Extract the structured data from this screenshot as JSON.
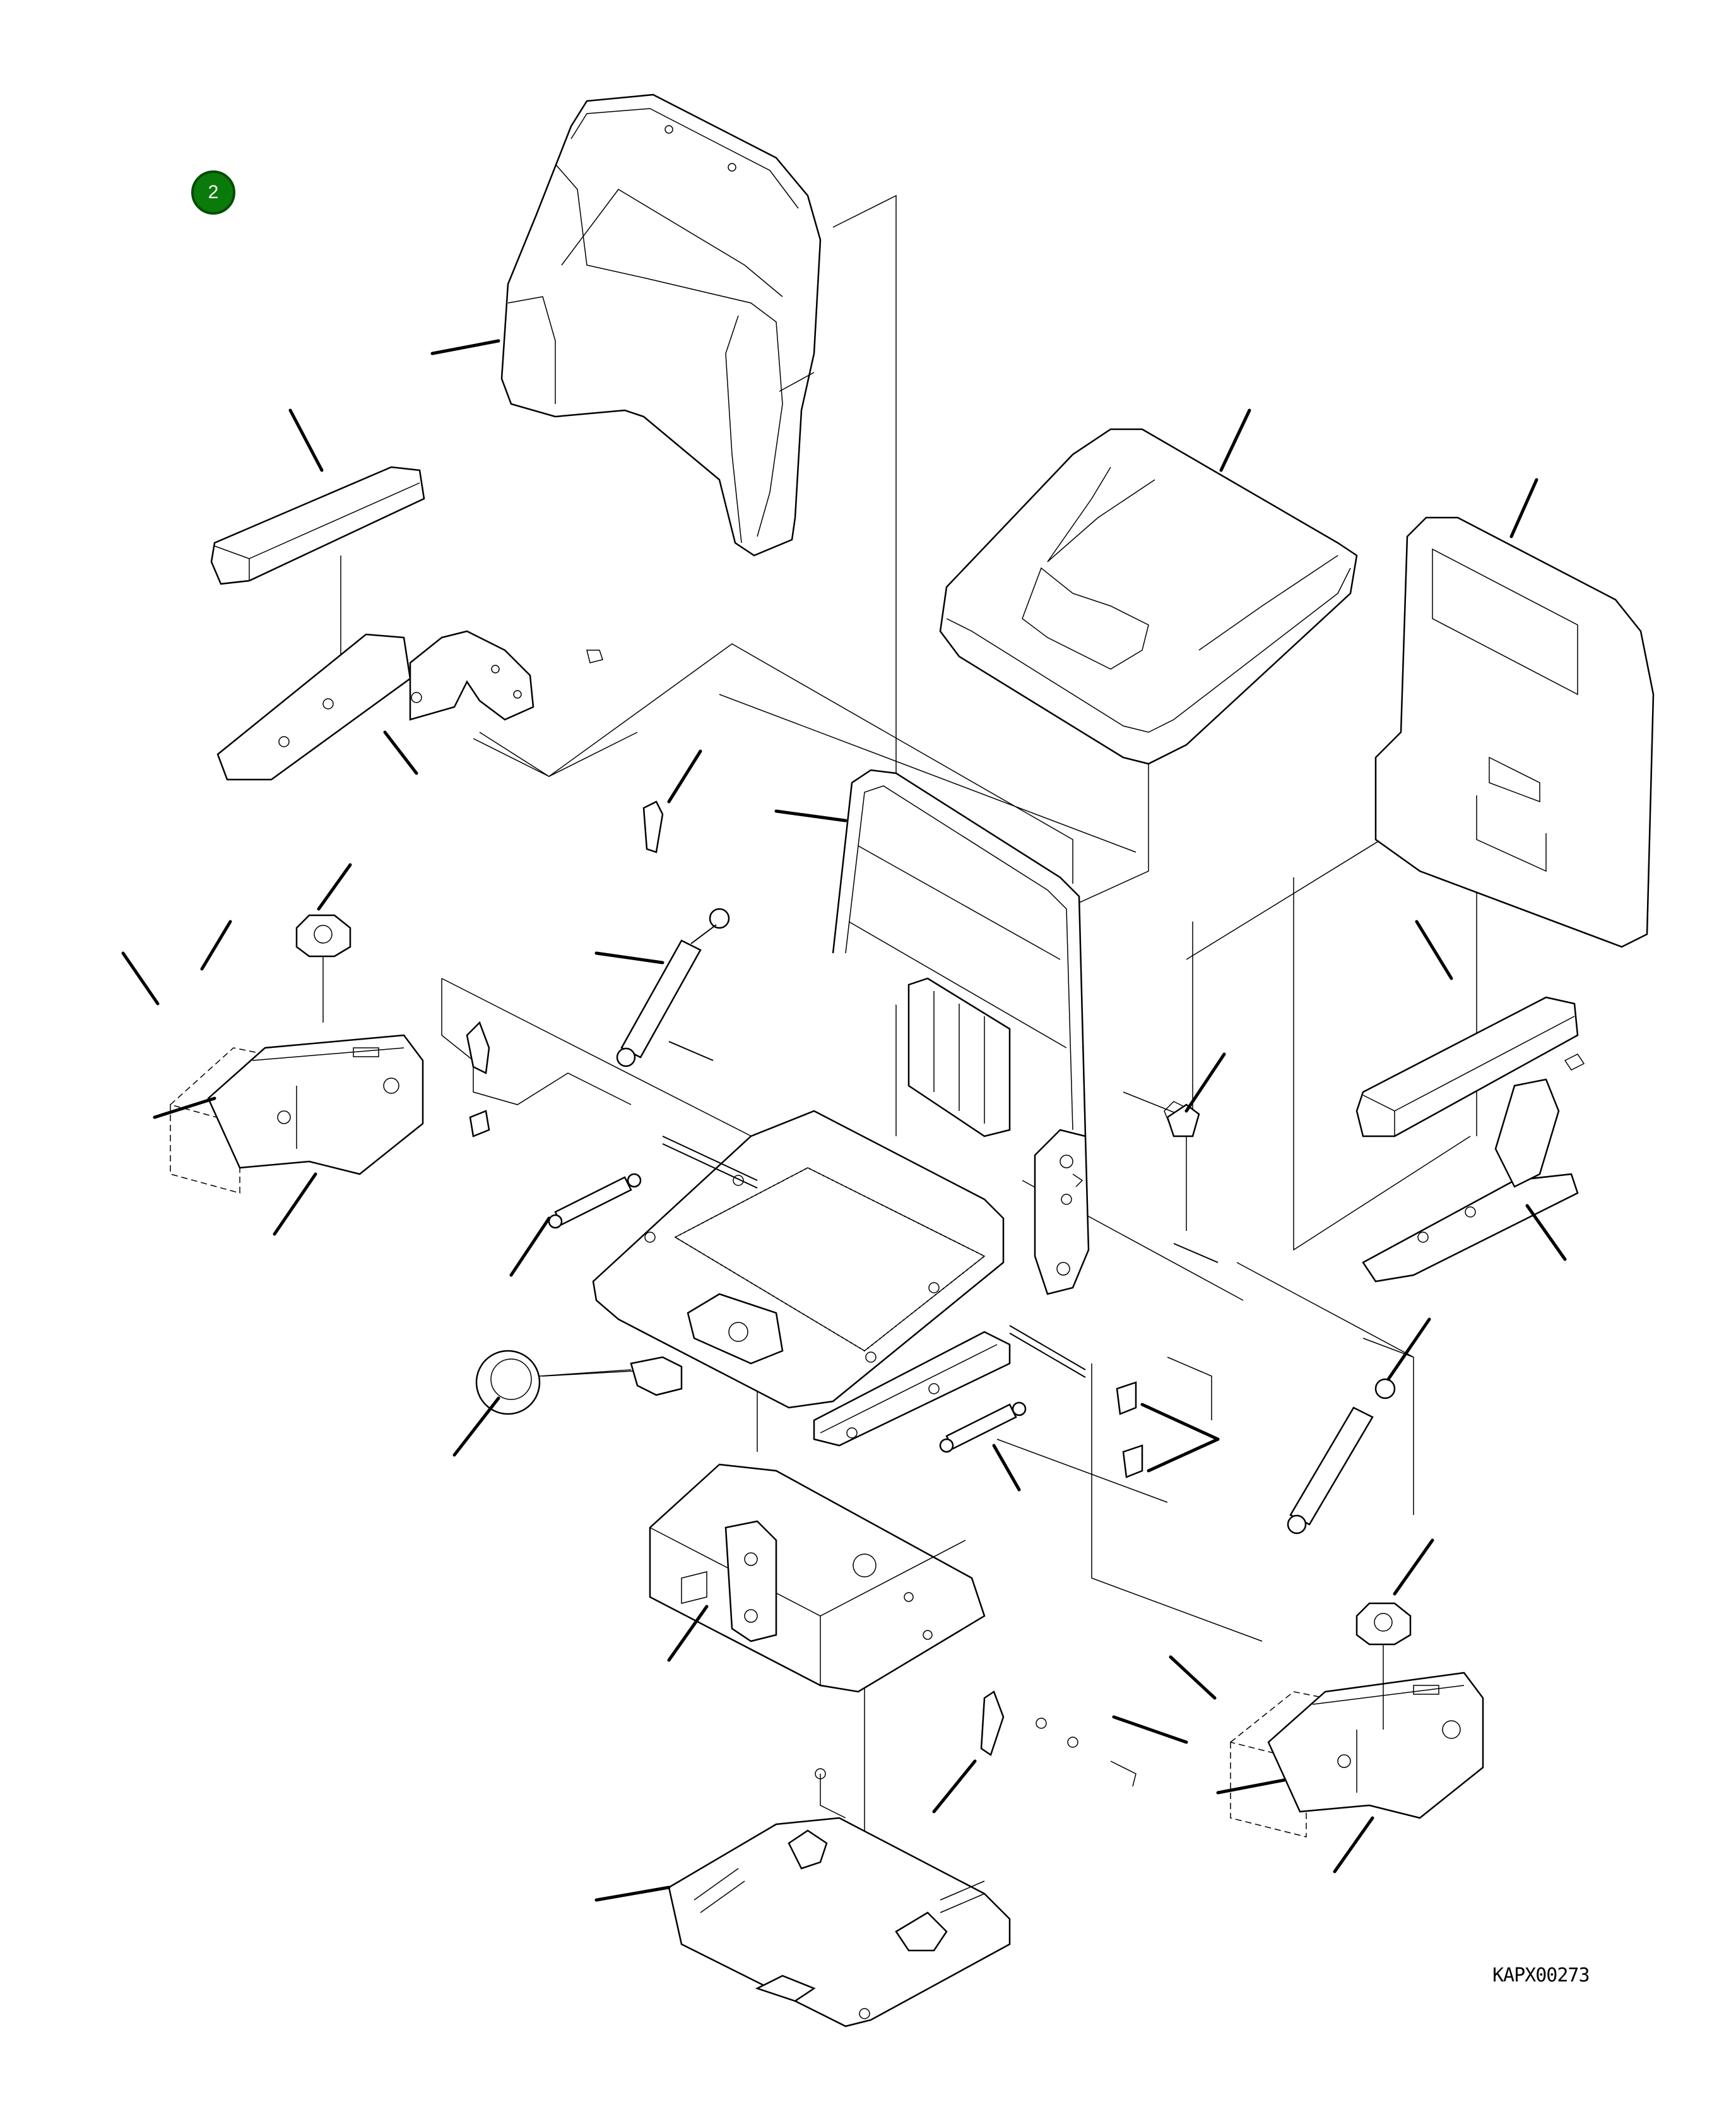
{
  "callout": {
    "number": "2",
    "color": "#0a7a0a"
  },
  "figure_code": "KAPX00273",
  "icons": {
    "callout_badge": "green-circle-badge"
  }
}
